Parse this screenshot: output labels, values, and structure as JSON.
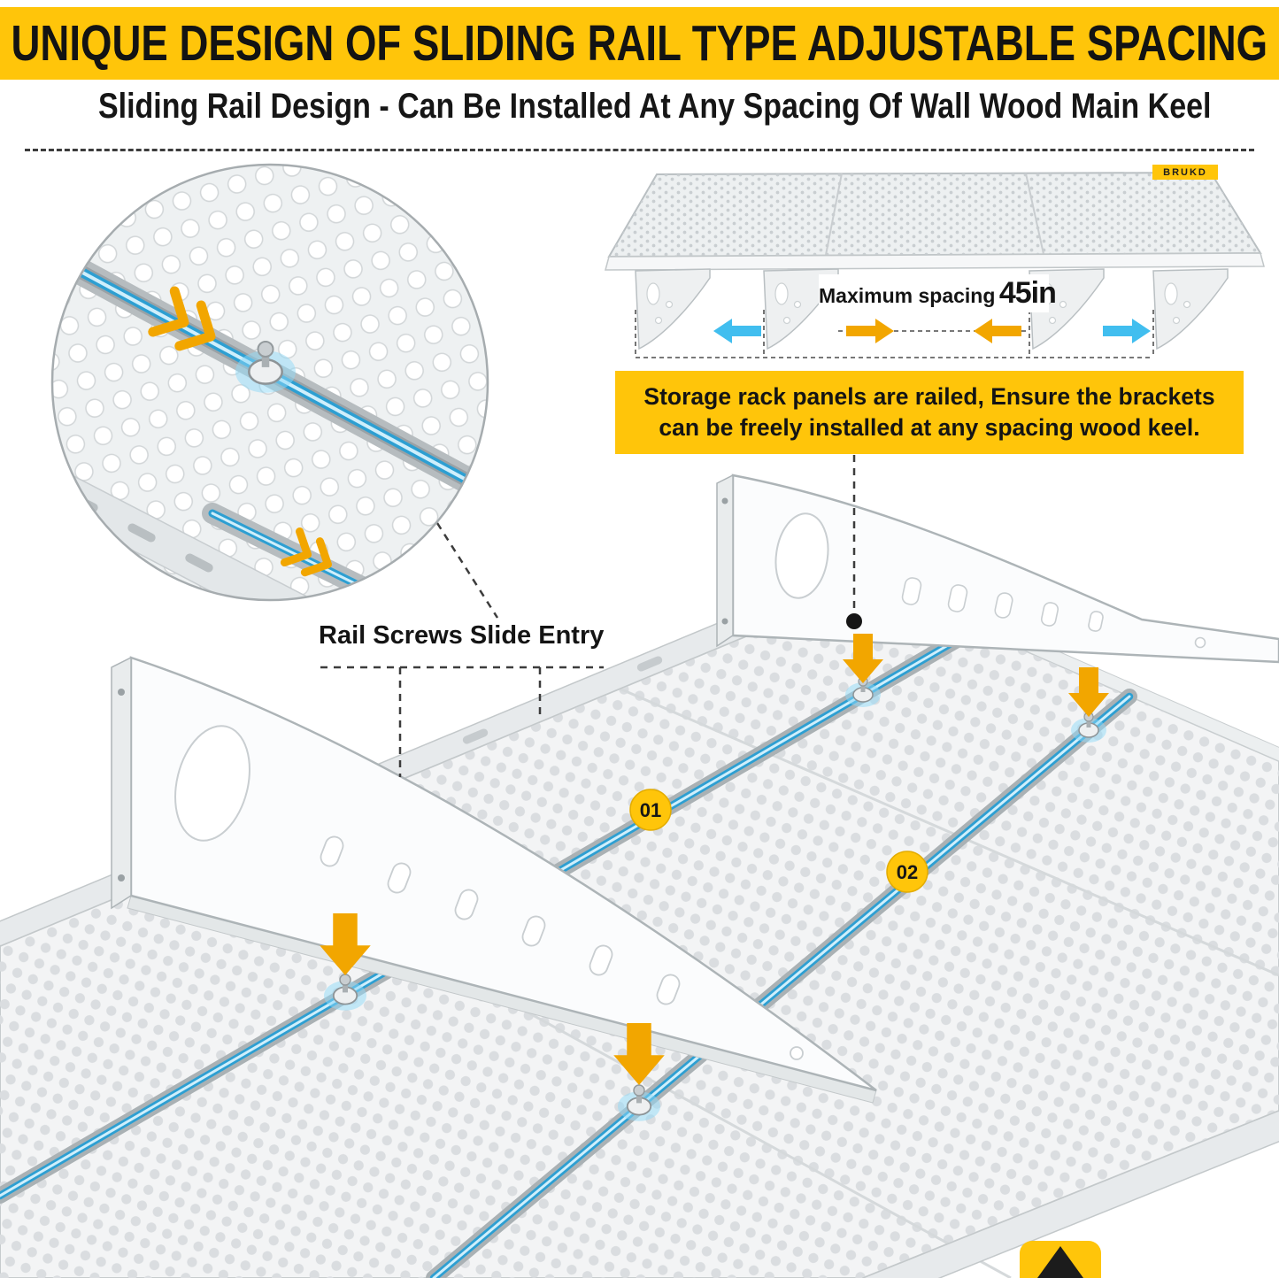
{
  "header": {
    "banner_text": "UNIQUE DESIGN OF SLIDING RAIL TYPE ADJUSTABLE SPACING",
    "subtitle": "Sliding Rail Design - Can Be Installed At Any Spacing Of Wall Wood Main Keel"
  },
  "product_render": {
    "brand_label": "BRUKD",
    "max_spacing_label": "Maximum spacing",
    "max_spacing_value": "45in"
  },
  "info_box": {
    "line1": "Storage rack panels are railed, Ensure the brackets",
    "line2": "can be freely installed at any spacing wood keel."
  },
  "main_illustration": {
    "rail_entry_label": "Rail Screws Slide Entry",
    "step_badge_1": "01",
    "step_badge_2": "02"
  },
  "colors": {
    "banner_yellow": "#FFC50A",
    "arrow_orange": "#F2A600",
    "arrow_cyan": "#41BEEF",
    "rail_blue": "#2D9FD2",
    "text_dark": "#141414"
  }
}
